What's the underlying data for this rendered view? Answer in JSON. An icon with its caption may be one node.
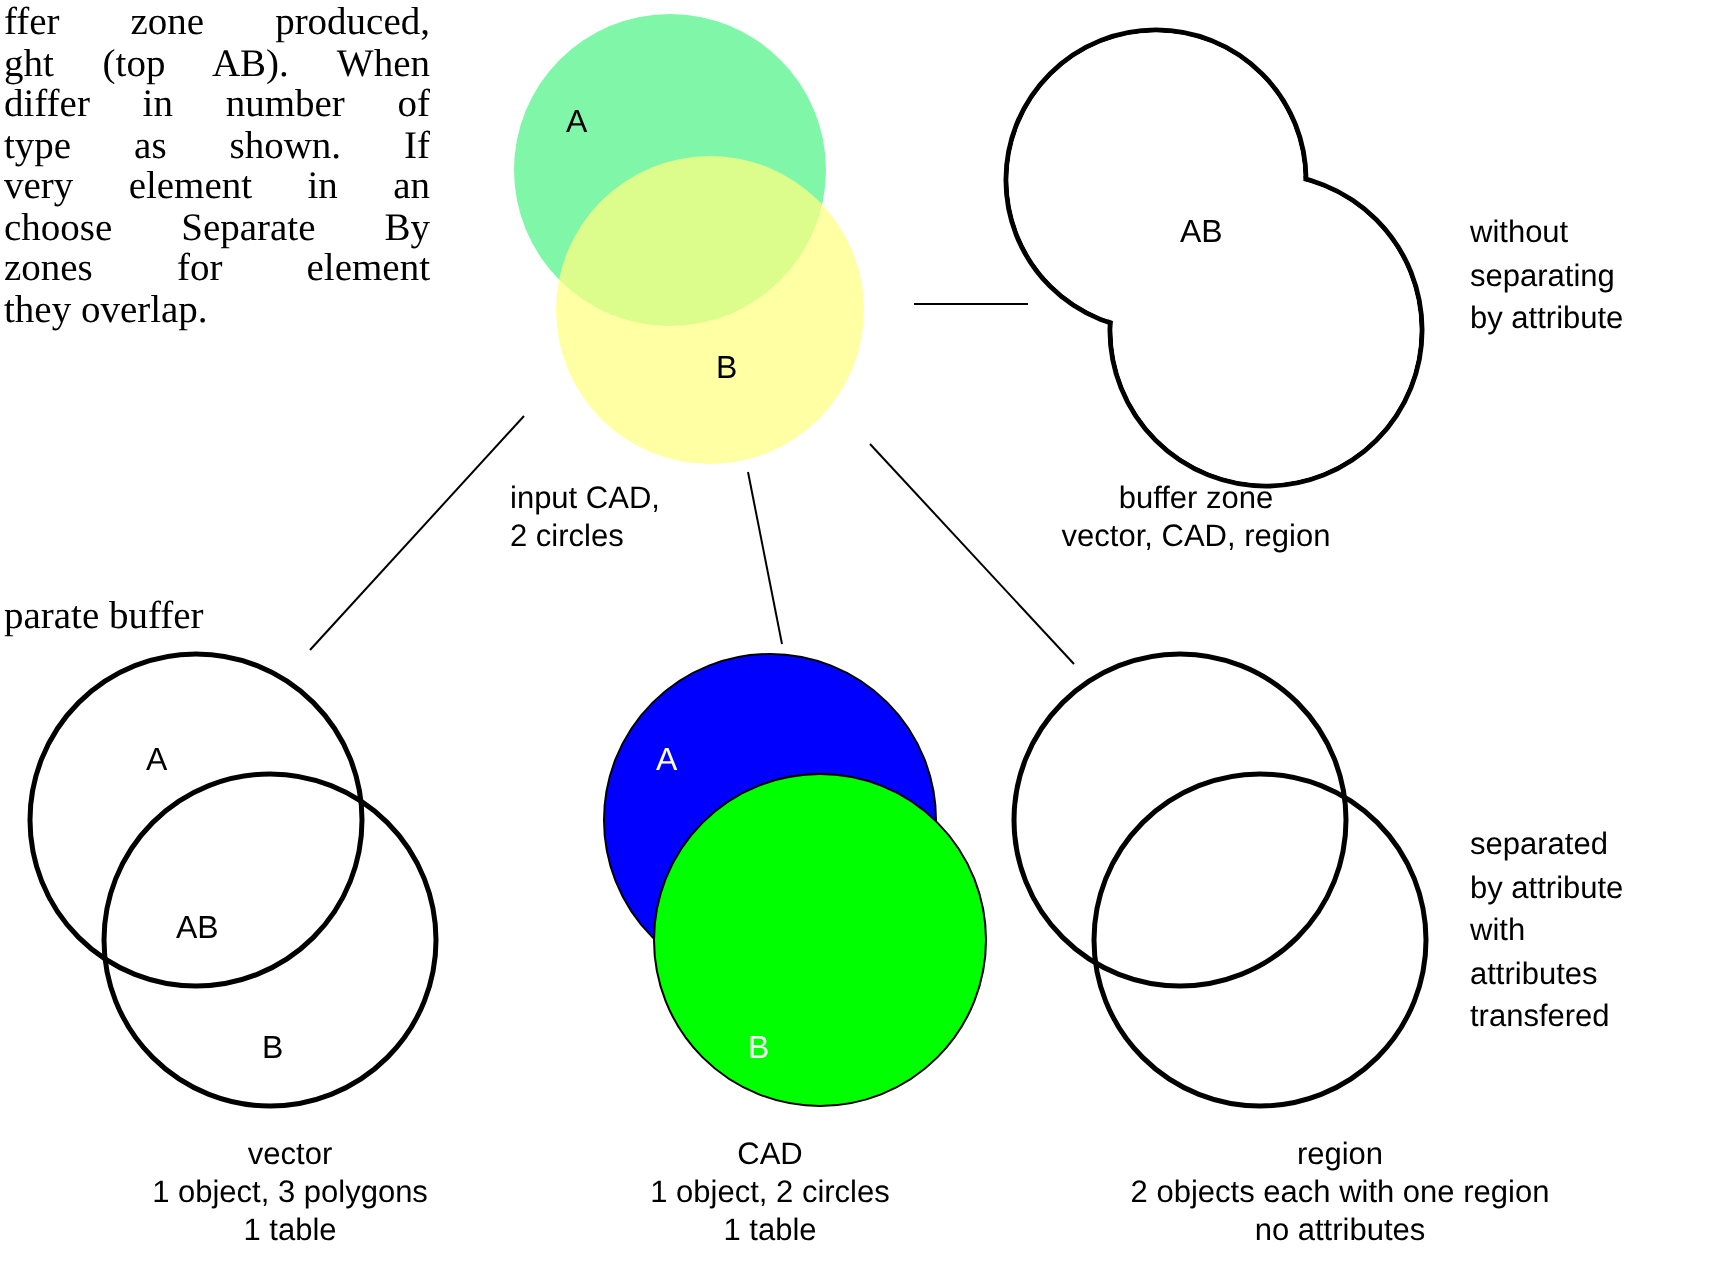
{
  "diagram": {
    "nodes": [
      {
        "text": [
          "A",
          "B"
        ],
        "beside": [
          "input CAD, 2 circles"
        ]
      },
      {
        "text": [
          "AB"
        ],
        "beside": [
          "buffer zone vector, CAD, region",
          "without separating by attribute"
        ]
      },
      {
        "text": [
          "A",
          "AB",
          "B"
        ],
        "beside": [
          "vector 1 object, 3 polygons 1 table"
        ]
      },
      {
        "text": [
          "A",
          "B"
        ],
        "beside": [
          "CAD 1 object, 2 circles 1 table"
        ]
      },
      {
        "text": [],
        "shape": "circle",
        "beside": [
          "region 2 objects each with one region no attributes",
          "separated by attribute with attributes transfered"
        ]
      }
    ],
    "edges": [
      {
        "from": 0,
        "to": 1,
        "arrow": "none"
      },
      {
        "from": 0,
        "to": 2,
        "arrow": "none"
      },
      {
        "from": 0,
        "to": 3,
        "arrow": "none"
      },
      {
        "from": 0,
        "to": 4,
        "arrow": "none"
      }
    ],
    "labels": [
      "ffer zone produced, ght (top AB). When differ in number of type as shown. If very element in an choose Separate By zones for element they overlap.",
      "parate buffer"
    ]
  }
}
